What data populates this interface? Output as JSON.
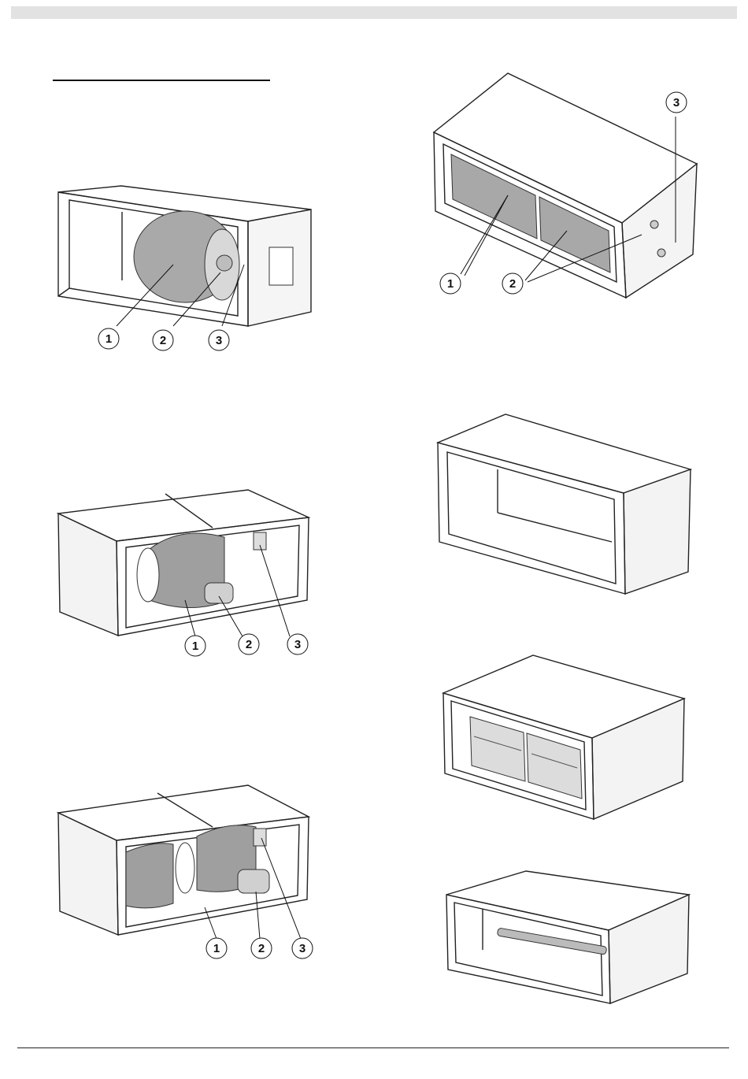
{
  "page": {
    "header_band": "",
    "section_title": "",
    "footer_text": ""
  },
  "figures": [
    {
      "id": "fan-section-single",
      "callouts": [
        "1",
        "2",
        "3"
      ]
    },
    {
      "id": "filter-section",
      "callouts": [
        "1",
        "2",
        "3"
      ]
    },
    {
      "id": "fan-section-motor",
      "callouts": [
        "1",
        "2",
        "3"
      ]
    },
    {
      "id": "empty-section",
      "callouts": []
    },
    {
      "id": "fan-section-double",
      "callouts": [
        "1",
        "2",
        "3"
      ]
    },
    {
      "id": "damper-section",
      "callouts": []
    },
    {
      "id": "heater-section",
      "callouts": []
    }
  ]
}
